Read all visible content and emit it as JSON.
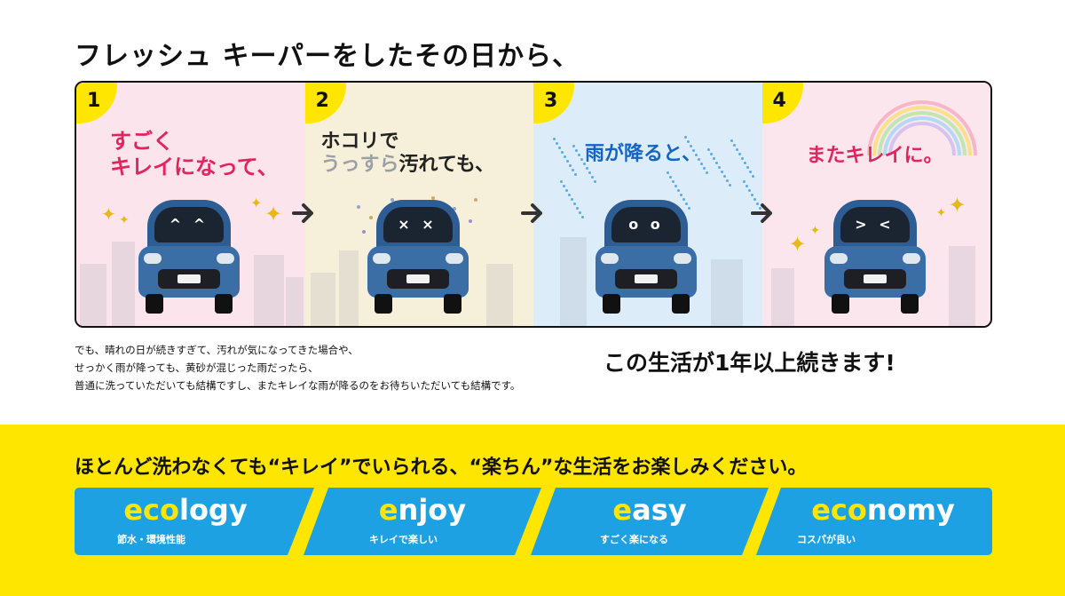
{
  "headline": "フレッシュ キーパーをしたその日から、",
  "steps": [
    {
      "number": "1",
      "caption_line1": "すごく",
      "caption_line2": "キレイになって、",
      "face": "^ ^"
    },
    {
      "number": "2",
      "caption_line1": "ホコリで",
      "caption_line2_grey": "うっすら",
      "caption_line2_rest": "汚れても、",
      "face": "× ×"
    },
    {
      "number": "3",
      "caption_line1": "雨が降ると、",
      "face": "o o"
    },
    {
      "number": "4",
      "caption_line1": "またキレイに。",
      "face": "> <"
    }
  ],
  "notes": [
    "でも、晴れの日が続きすぎて、汚れが気になってきた場合や、",
    "せっかく雨が降っても、黄砂が混じった雨だったら、",
    "普通に洗っていただいても結構ですし、またキレイな雨が降るのをお待ちいただいても結構です。"
  ],
  "highlight": "この生活が1年以上続きます!",
  "band_title": "ほとんど洗わなくても“キレイ”でいられる、“楽ちん”な生活をお楽しみください。",
  "badges": [
    {
      "accent": "eco",
      "rest": "logy",
      "sub": "節水・環境性能"
    },
    {
      "accent": "e",
      "rest": "njoy",
      "sub": "キレイで楽しい"
    },
    {
      "accent": "e",
      "rest": "asy",
      "sub": "すごく楽になる"
    },
    {
      "accent": "eco",
      "rest": "nomy",
      "sub": "コスパが良い"
    }
  ],
  "colors": {
    "yellow": "#ffe600",
    "badge_blue": "#1da1e2",
    "pink_text": "#e0245e",
    "blue_text": "#1565c0",
    "car_blue": "#3a6ea5"
  }
}
